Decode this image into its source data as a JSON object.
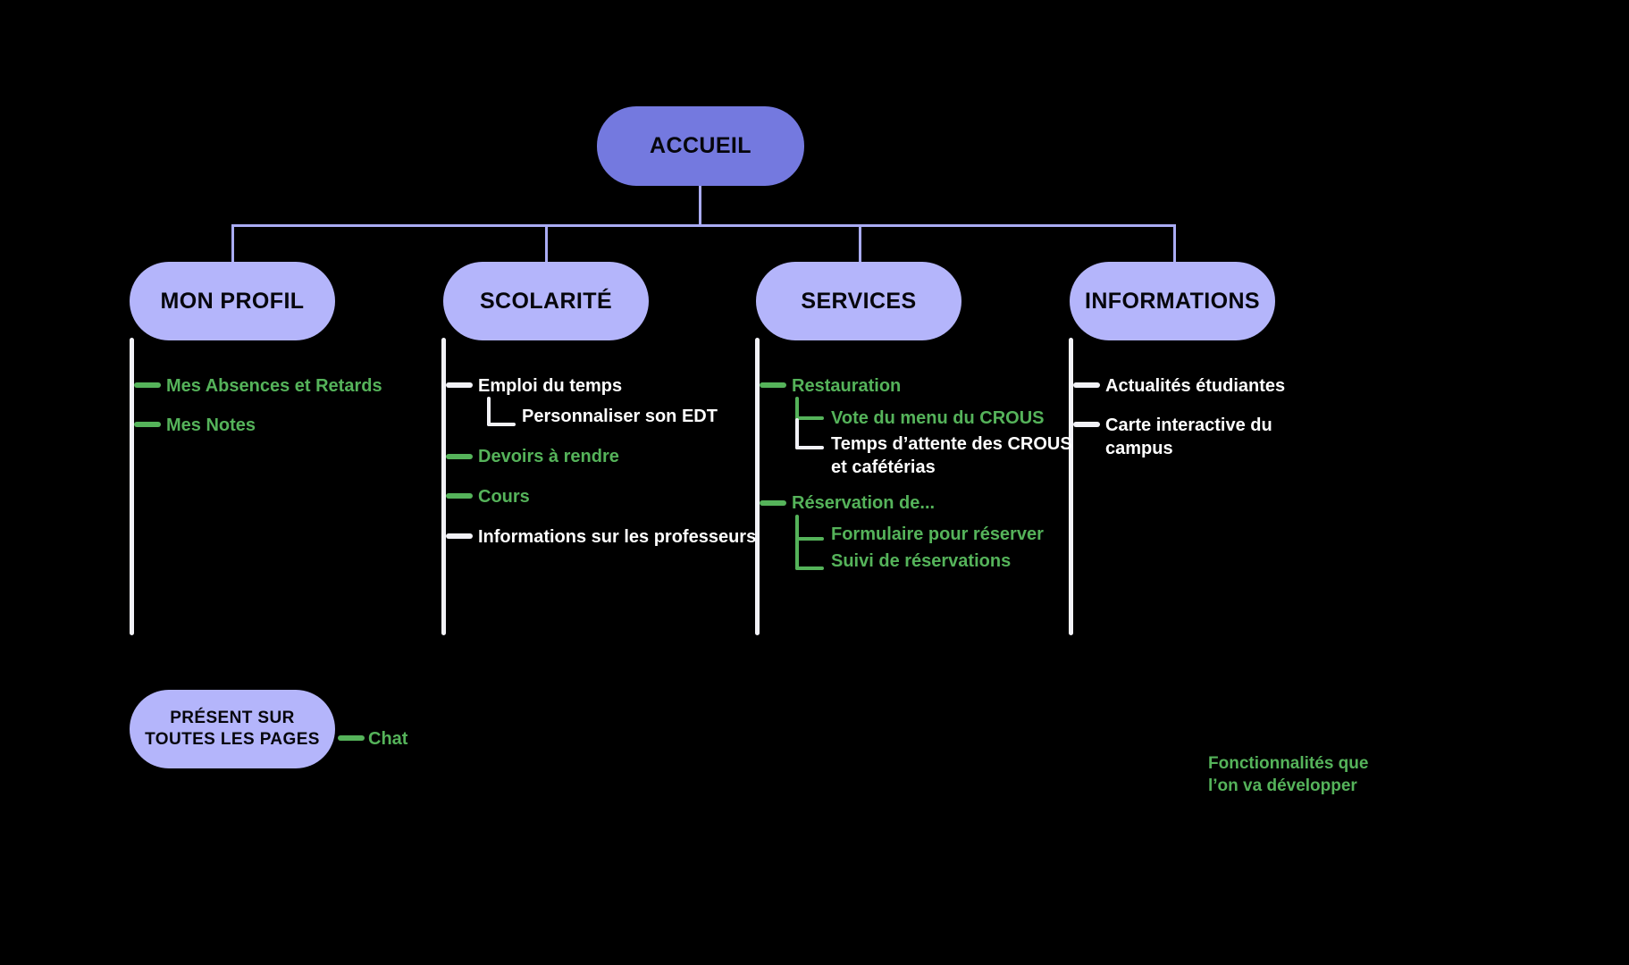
{
  "diagram": {
    "title": "ACCUEIL",
    "background_color": "#000000",
    "colors": {
      "root_node": "#7479df",
      "branch_node": "#b4b5fb",
      "connector_lavender": "#aaacf4",
      "existing_white": "#ffffff",
      "todo_green": "#55b35a"
    },
    "root": {
      "label": "ACCUEIL"
    },
    "branches": [
      {
        "label": "MON PROFIL",
        "items": [
          {
            "label": "Mes Absences et Retards",
            "color": "green",
            "children": []
          },
          {
            "label": "Mes Notes",
            "color": "green",
            "children": []
          }
        ]
      },
      {
        "label": "SCOLARITÉ",
        "items": [
          {
            "label": "Emploi du temps",
            "color": "white",
            "children": [
              {
                "label": "Personnaliser son EDT",
                "color": "white"
              }
            ]
          },
          {
            "label": "Devoirs à rendre",
            "color": "green",
            "children": []
          },
          {
            "label": "Cours",
            "color": "green",
            "children": []
          },
          {
            "label": "Informations sur les professeurs",
            "color": "white",
            "children": []
          }
        ]
      },
      {
        "label": "SERVICES",
        "items": [
          {
            "label": "Restauration",
            "color": "green",
            "children": [
              {
                "label": "Vote du menu du CROUS",
                "color": "green"
              },
              {
                "label": "Temps d’attente des CROUS\net cafétérias",
                "color": "white"
              }
            ]
          },
          {
            "label": "Réservation de...",
            "color": "green",
            "children": [
              {
                "label": "Formulaire pour réserver",
                "color": "green"
              },
              {
                "label": "Suivi de réservations",
                "color": "green"
              }
            ]
          }
        ]
      },
      {
        "label": "INFORMATIONS",
        "items": [
          {
            "label": "Actualités étudiantes",
            "color": "white",
            "children": []
          },
          {
            "label": "Carte interactive du\ncampus",
            "color": "white",
            "children": []
          }
        ]
      }
    ],
    "global": {
      "box_label": "PRÉSENT SUR\nTOUTES LES PAGES",
      "item": {
        "label": "Chat",
        "color": "green"
      }
    },
    "legend": {
      "note": "Fonctionnalités que\nl’on va développer",
      "note_color": "#55b35a"
    }
  }
}
